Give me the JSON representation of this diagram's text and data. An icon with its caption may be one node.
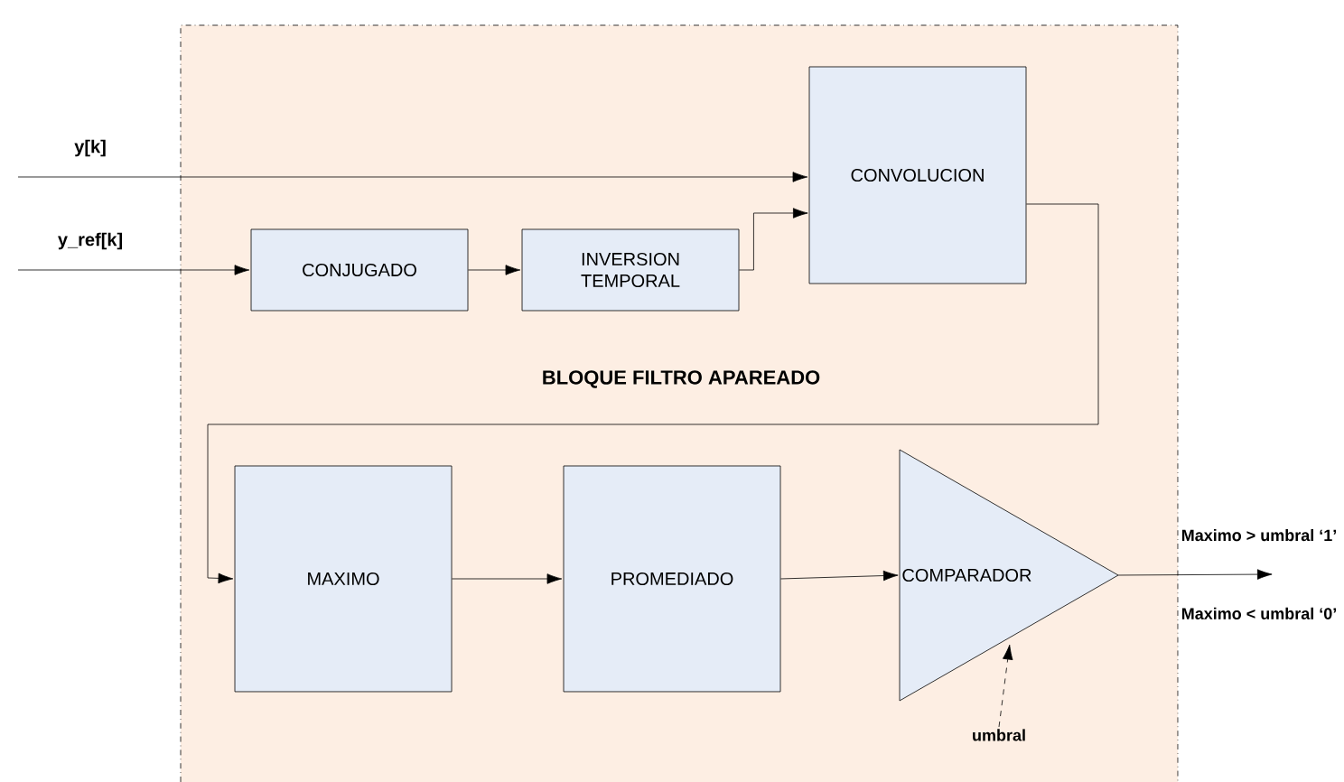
{
  "diagram": {
    "nodes": [
      {
        "text": [
          "BLOQUE FILTRO APAREADO"
        ]
      },
      {
        "text": [
          "CONJUGADO"
        ],
        "in": 0
      },
      {
        "text": [
          "INVERSION TEMPORAL"
        ],
        "in": 0
      },
      {
        "text": [
          "CONVOLUCION"
        ],
        "in": 0
      },
      {
        "text": [
          "MAXIMO"
        ],
        "in": 0
      },
      {
        "text": [
          "PROMEDIADO"
        ],
        "in": 0
      },
      {
        "text": [
          "COMPARADOR"
        ],
        "in": 0
      },
      {
        "text": [
          "umbral"
        ],
        "in": 0
      },
      {
        "text": [
          "Maximo > umbral  ‘1’",
          "Maximo < umbral  ‘0’"
        ]
      }
    ],
    "edges": [
      {
        "from": null,
        "to": 3,
        "arrow": "to",
        "label": "y[k]"
      },
      {
        "from": null,
        "to": 1,
        "arrow": "to",
        "label": "y_ref[k]"
      },
      {
        "from": 1,
        "to": 2,
        "arrow": "to"
      },
      {
        "from": 2,
        "to": 3,
        "arrow": "to"
      },
      {
        "from": 3,
        "to": 4,
        "arrow": "to"
      },
      {
        "from": 4,
        "to": 5,
        "arrow": "to"
      },
      {
        "from": 5,
        "to": 6,
        "arrow": "to"
      },
      {
        "from": 7,
        "to": 6,
        "arrow": "to",
        "style": "dashed"
      },
      {
        "from": 6,
        "to": 8,
        "arrow": "to"
      }
    ]
  }
}
